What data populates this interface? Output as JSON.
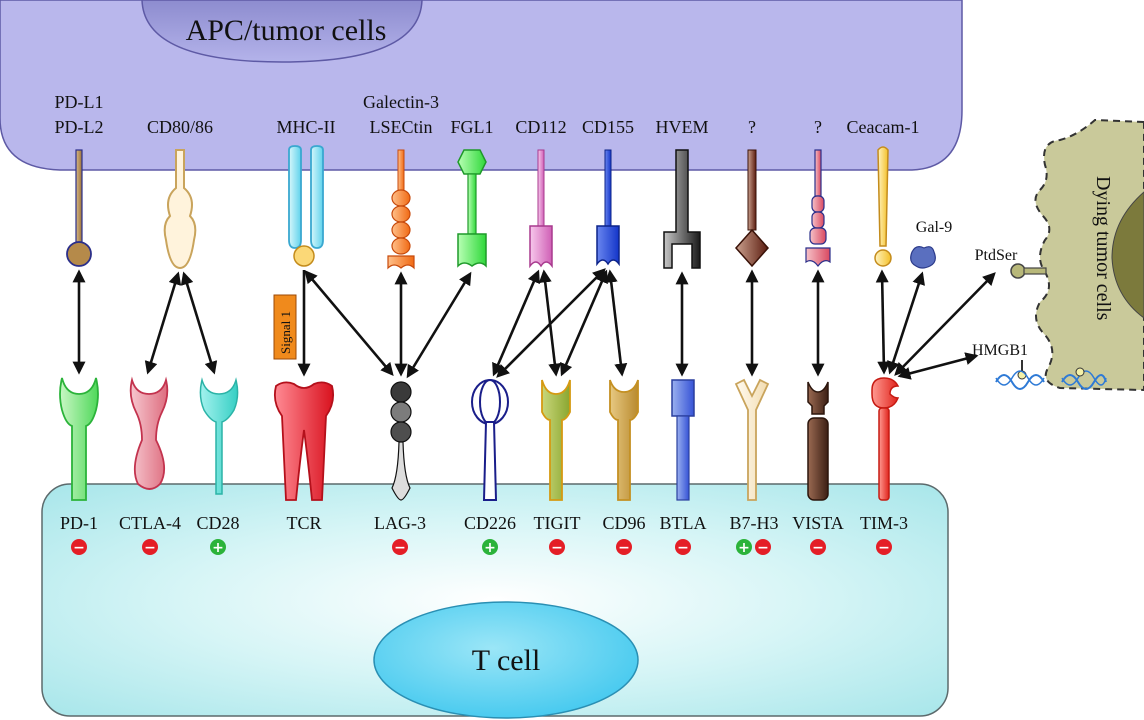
{
  "cells": {
    "apc": "APC/tumor cells",
    "tcell": "T cell",
    "dying": "Dying tumor cells"
  },
  "ligands": {
    "pdl1": "PD-L1",
    "pdl2": "PD-L2",
    "cd80_86": "CD80/86",
    "mhc2": "MHC-II",
    "galectin3": "Galectin-3",
    "lsectin": "LSECtin",
    "fgl1": "FGL1",
    "cd112": "CD112",
    "cd155": "CD155",
    "hvem": "HVEM",
    "unknown1": "?",
    "unknown2": "?",
    "ceacam1": "Ceacam-1",
    "gal9": "Gal-9",
    "ptdser": "PtdSer",
    "hmgb1": "HMGB1"
  },
  "receptors": {
    "pd1": "PD-1",
    "ctla4": "CTLA-4",
    "cd28": "CD28",
    "tcr": "TCR",
    "lag3": "LAG-3",
    "cd226": "CD226",
    "tigit": "TIGIT",
    "cd96": "CD96",
    "btla": "BTLA",
    "b7h3": "B7-H3",
    "vista": "VISTA",
    "tim3": "TIM-3"
  },
  "signal1": "Signal 1",
  "signs": {
    "negative": "−",
    "positive": "+"
  },
  "colors": {
    "apc_fill": "#b9b7ec",
    "tcell_fill": "#bff0f2",
    "dying_fill": "#c9c99a",
    "negative": "#e41e26",
    "positive": "#2bb33a",
    "signal1_box": "#f08a1c"
  }
}
